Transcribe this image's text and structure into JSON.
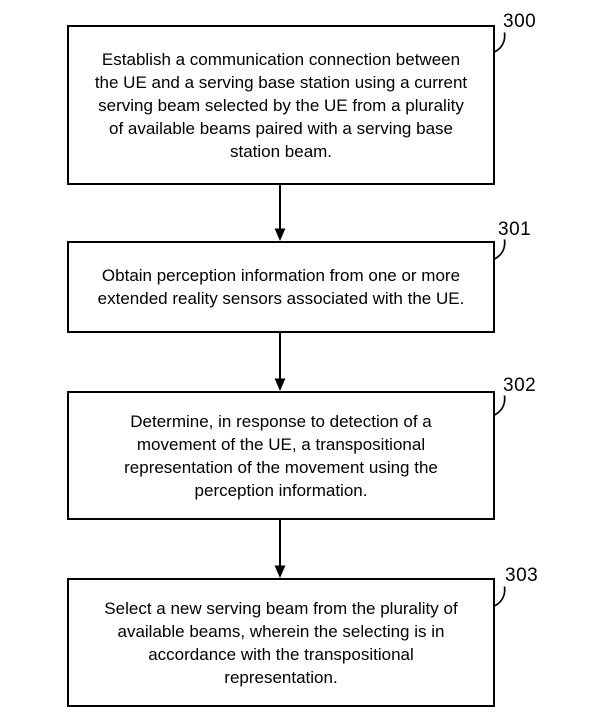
{
  "figure": {
    "background_color": "#ffffff",
    "line_color": "#000000",
    "steps": [
      {
        "ref": "300",
        "text": "Establish a communication connection between\nthe UE and a serving base station using a current\nserving beam selected by the UE from a plurality\nof available beams paired with a serving base\nstation beam."
      },
      {
        "ref": "301",
        "text": "Obtain perception information from one or more\nextended reality sensors associated with the UE."
      },
      {
        "ref": "302",
        "text": "Determine, in response to detection of a\nmovement of the UE, a transpositional\nrepresentation of the movement using the\nperception information."
      },
      {
        "ref": "303",
        "text": "Select a new serving beam from the plurality of\navailable beams, wherein the selecting is in\naccordance with the transpositional\nrepresentation."
      }
    ]
  }
}
